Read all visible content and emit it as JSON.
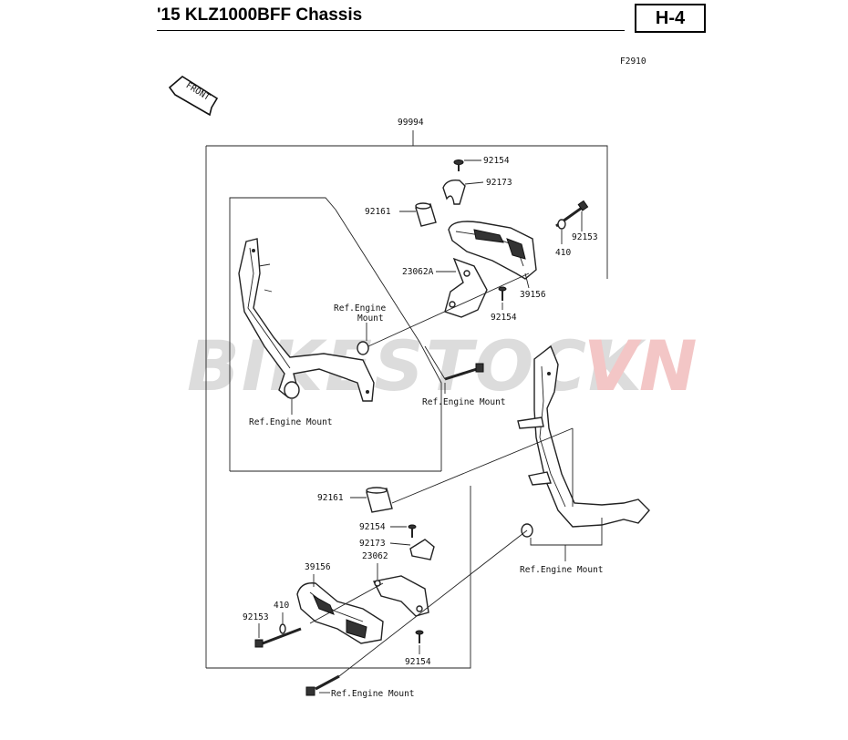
{
  "header": {
    "title": "'15 KLZ1000BFF Chassis",
    "page_code": "H-4"
  },
  "figure_code": "F2910",
  "front_label": "FRONT",
  "watermark": {
    "text_part1": "BIKESTOCK",
    "text_part2": "VN",
    "color1": "#d9d9d9",
    "color2": "#f2c2c2"
  },
  "labels": {
    "assembly": "99994",
    "top_92154": "92154",
    "top_92173": "92173",
    "top_92161": "92161",
    "top_92153": "92153",
    "top_410": "410",
    "top_23062A": "23062A",
    "top_39156": "39156",
    "top_92154_b": "92154",
    "ref_engine_mount_a": "Ref.Engine",
    "ref_engine_mount_a2": "Mount",
    "ref_engine_mount_b": "Ref.Engine Mount",
    "ref_engine_mount_c": "Ref.Engine Mount",
    "ref_engine_mount_d": "Ref.Engine Mount",
    "bot_92161": "92161",
    "bot_92154": "92154",
    "bot_92173": "92173",
    "bot_23062": "23062",
    "bot_39156": "39156",
    "bot_410": "410",
    "bot_92153": "92153",
    "bot_92154_b": "92154",
    "ref_engine_mount_e": "Ref.Engine Mount"
  }
}
